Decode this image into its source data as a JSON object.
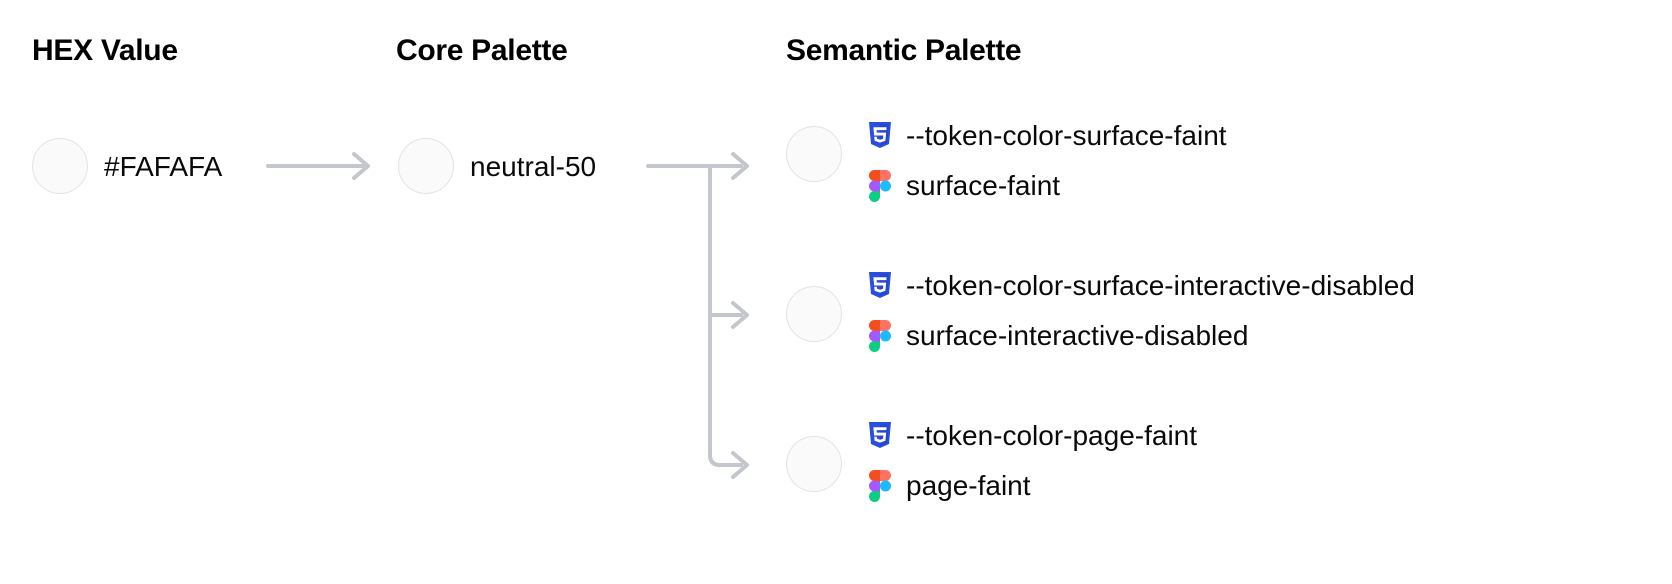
{
  "columns": {
    "hex": {
      "heading": "HEX Value"
    },
    "core": {
      "heading": "Core Palette"
    },
    "semantic": {
      "heading": "Semantic Palette"
    }
  },
  "hex": {
    "value": "#FAFAFA",
    "swatch_color": "#FAFAFA"
  },
  "core": {
    "value": "neutral-50",
    "swatch_color": "#FAFAFA"
  },
  "semantic_tokens": [
    {
      "css_variable": "--token-color-surface-faint",
      "figma_name": "surface-faint",
      "swatch_color": "#FAFAFA"
    },
    {
      "css_variable": "--token-color-surface-interactive-disabled",
      "figma_name": "surface-interactive-disabled",
      "swatch_color": "#FAFAFA"
    },
    {
      "css_variable": "--token-color-page-faint",
      "figma_name": "page-faint",
      "swatch_color": "#FAFAFA"
    }
  ],
  "icons": {
    "css": "css3-icon",
    "figma": "figma-icon",
    "arrow": "arrow-right-icon"
  },
  "colors": {
    "background": "#FFFFFF",
    "text": "#0A0A0A",
    "heading": "#000000",
    "connector": "#C4C6CE",
    "swatch_border": "#E3E3E7",
    "swatch_fill": "#FAFAFA",
    "css_icon_blue": "#2A4FE0",
    "figma_orange": "#F24E1E",
    "figma_salmon": "#FF7262",
    "figma_purple": "#A259FF",
    "figma_blue": "#1ABCFE",
    "figma_green": "#0ACF83"
  }
}
